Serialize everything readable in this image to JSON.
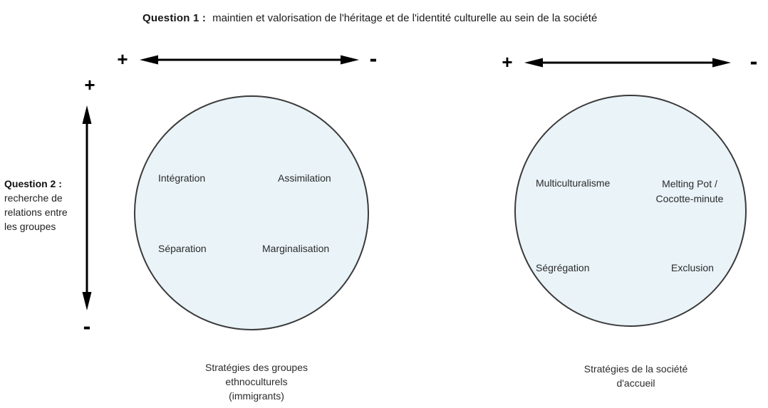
{
  "header": {
    "q1_label": "Question 1 :",
    "q1_text": "maintien et valorisation de l'héritage et de l'identité culturelle au sein de la société"
  },
  "vertical_axis": {
    "plus": "+",
    "minus": "-",
    "label_bold": "Question 2 :",
    "label_lines": [
      "recherche de",
      "relations entre",
      "les groupes"
    ]
  },
  "left_diagram": {
    "plus": "+",
    "minus": "-",
    "quadrants": {
      "top_left": "Intégration",
      "top_right": "Assimilation",
      "bottom_left": "Séparation",
      "bottom_right": "Marginalisation"
    },
    "caption_lines": [
      "Stratégies des groupes",
      "ethnoculturels",
      "(immigrants)"
    ]
  },
  "right_diagram": {
    "plus": "+",
    "minus": "-",
    "quadrants": {
      "top_left": "Multiculturalisme",
      "top_right_line1": "Melting Pot /",
      "top_right_line2": "Cocotte-minute",
      "bottom_left": "Ségrégation",
      "bottom_right": "Exclusion"
    },
    "caption_lines": [
      "Stratégies de la société",
      "d'accueil"
    ]
  },
  "colors": {
    "circle_fill": "#e9f3f8",
    "circle_stroke": "#3a3a3a",
    "arrow": "#000000",
    "text": "#1f1f1f"
  }
}
